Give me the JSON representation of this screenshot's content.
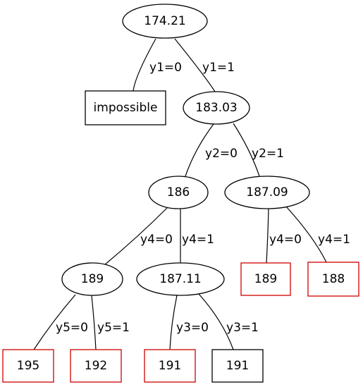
{
  "colors": {
    "background": "#ffffff",
    "default_stroke": "#000000",
    "highlight_stroke": "#d00000",
    "text": "#000000"
  },
  "tree": {
    "nodes": [
      {
        "id": "n1",
        "shape": "ellipse",
        "label": "174.21"
      },
      {
        "id": "n2",
        "shape": "box",
        "label": "impossible"
      },
      {
        "id": "n3",
        "shape": "ellipse",
        "label": "183.03"
      },
      {
        "id": "n4",
        "shape": "ellipse",
        "label": "186"
      },
      {
        "id": "n5",
        "shape": "ellipse",
        "label": "187.09"
      },
      {
        "id": "n6",
        "shape": "ellipse",
        "label": "189"
      },
      {
        "id": "n7",
        "shape": "ellipse",
        "label": "187.11"
      },
      {
        "id": "n8",
        "shape": "box",
        "label": "189",
        "highlight": true
      },
      {
        "id": "n9",
        "shape": "box",
        "label": "188",
        "highlight": true
      },
      {
        "id": "n10",
        "shape": "box",
        "label": "195",
        "highlight": true
      },
      {
        "id": "n11",
        "shape": "box",
        "label": "192",
        "highlight": true
      },
      {
        "id": "n12",
        "shape": "box",
        "label": "191",
        "highlight": true
      },
      {
        "id": "n13",
        "shape": "box",
        "label": "191",
        "highlight": false
      }
    ],
    "edges": [
      {
        "from": "n1",
        "to": "n2",
        "label": "y1=0"
      },
      {
        "from": "n1",
        "to": "n3",
        "label": "y1=1"
      },
      {
        "from": "n3",
        "to": "n4",
        "label": "y2=0"
      },
      {
        "from": "n3",
        "to": "n5",
        "label": "y2=1"
      },
      {
        "from": "n4",
        "to": "n6",
        "label": "y4=0"
      },
      {
        "from": "n4",
        "to": "n7",
        "label": "y4=1"
      },
      {
        "from": "n5",
        "to": "n8",
        "label": "y4=0"
      },
      {
        "from": "n5",
        "to": "n9",
        "label": "y4=1"
      },
      {
        "from": "n6",
        "to": "n10",
        "label": "y5=0"
      },
      {
        "from": "n6",
        "to": "n11",
        "label": "y5=1"
      },
      {
        "from": "n7",
        "to": "n12",
        "label": "y3=0"
      },
      {
        "from": "n7",
        "to": "n13",
        "label": "y3=1"
      }
    ]
  }
}
